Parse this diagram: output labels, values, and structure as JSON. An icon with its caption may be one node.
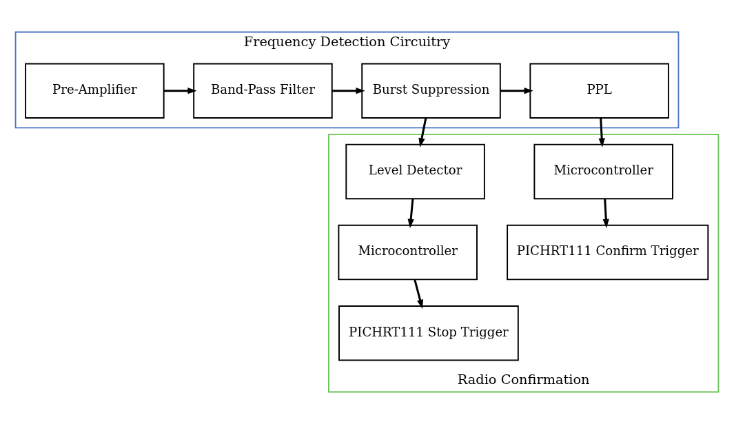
{
  "diagram": {
    "nodes": [
      {
        "text": [
          "Frequency Detection Circuitry"
        ]
      },
      {
        "text": [
          "Pre-Amplifier"
        ],
        "in": 0
      },
      {
        "text": [
          "Band-Pass Filter"
        ],
        "in": 0
      },
      {
        "text": [
          "Burst Suppression"
        ],
        "in": 0
      },
      {
        "text": [
          "PPL"
        ],
        "in": 0
      },
      {
        "text": [
          "Radio Confirmation"
        ]
      },
      {
        "text": [
          "Level Detector"
        ],
        "in": 5
      },
      {
        "text": [
          "Microcontroller"
        ],
        "in": 5
      },
      {
        "text": [
          "PICHRT111 Stop Trigger"
        ],
        "in": 5
      },
      {
        "text": [
          "Microcontroller"
        ],
        "in": 5
      },
      {
        "text": [
          "PICHRT111 Confirm Trigger"
        ],
        "in": 5
      }
    ],
    "edges": [
      {
        "from": 1,
        "to": 2,
        "arrow": "to"
      },
      {
        "from": 2,
        "to": 3,
        "arrow": "to"
      },
      {
        "from": 3,
        "to": 4,
        "arrow": "to"
      },
      {
        "from": 3,
        "to": 6,
        "arrow": "to"
      },
      {
        "from": 6,
        "to": 7,
        "arrow": "to"
      },
      {
        "from": 7,
        "to": 8,
        "arrow": "to"
      },
      {
        "from": 4,
        "to": 9,
        "arrow": "to"
      },
      {
        "from": 9,
        "to": 10,
        "arrow": "to"
      }
    ]
  }
}
